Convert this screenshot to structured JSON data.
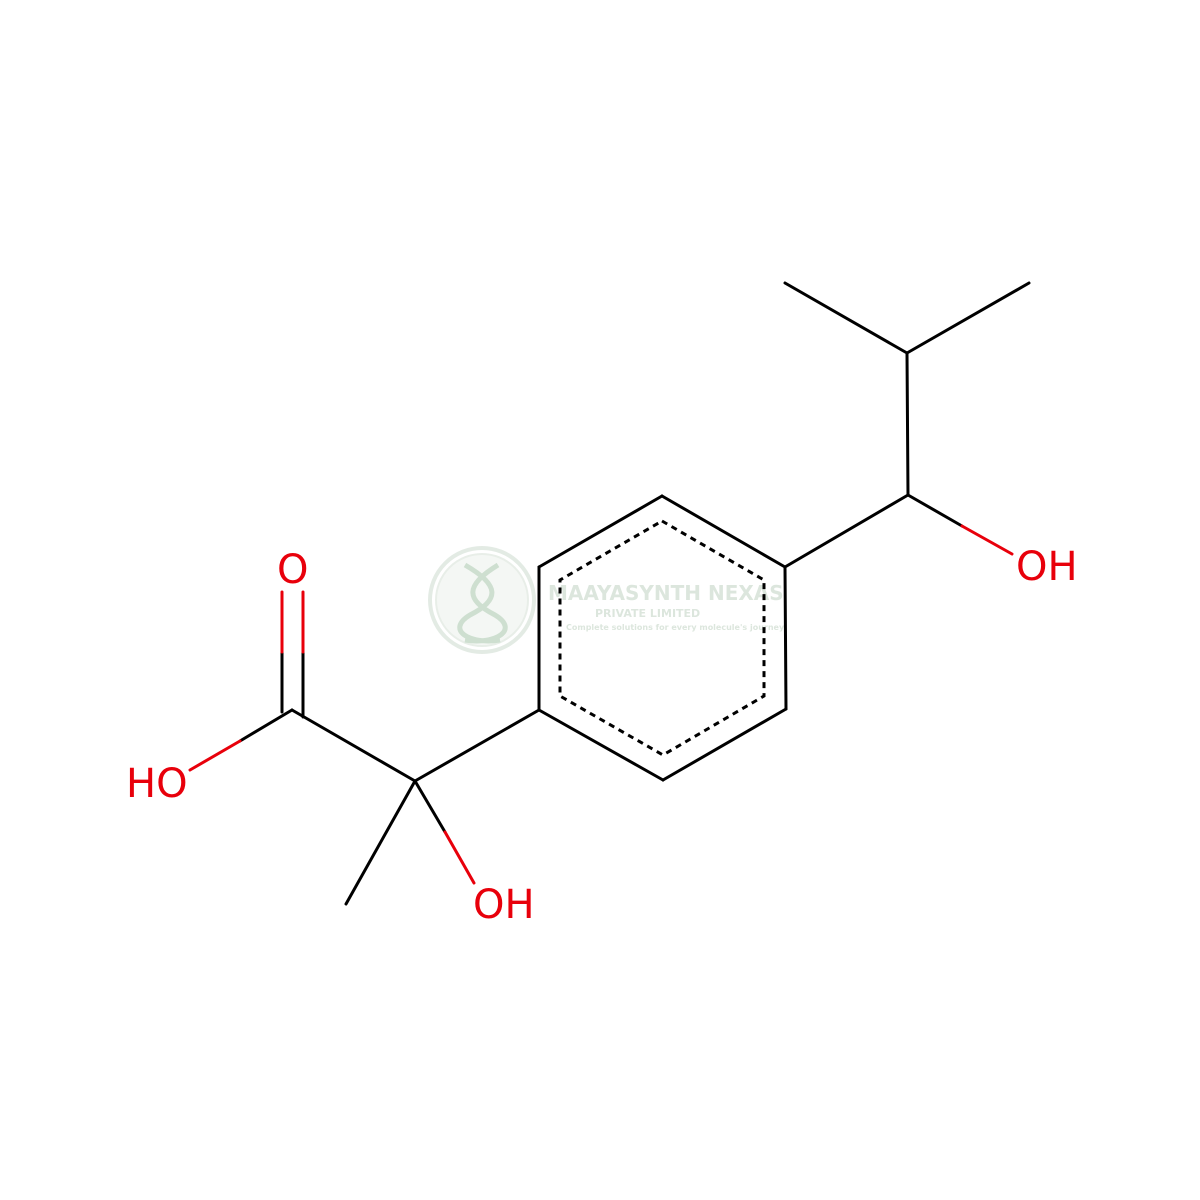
{
  "molecule": {
    "atoms": {
      "carbonyl_o": "O",
      "acid_oh": "HO",
      "alpha_oh": "OH",
      "benzylic_oh": "OH"
    }
  },
  "watermark": {
    "company": "MAAYASYNTH NEXAS",
    "subtitle": "PRIVATE LIMITED",
    "tagline": "Complete solutions for every molecule's journey"
  },
  "colors": {
    "bond": "#000000",
    "heteroatom_oxygen": "#e8000b",
    "watermark": "#d9e4da"
  }
}
